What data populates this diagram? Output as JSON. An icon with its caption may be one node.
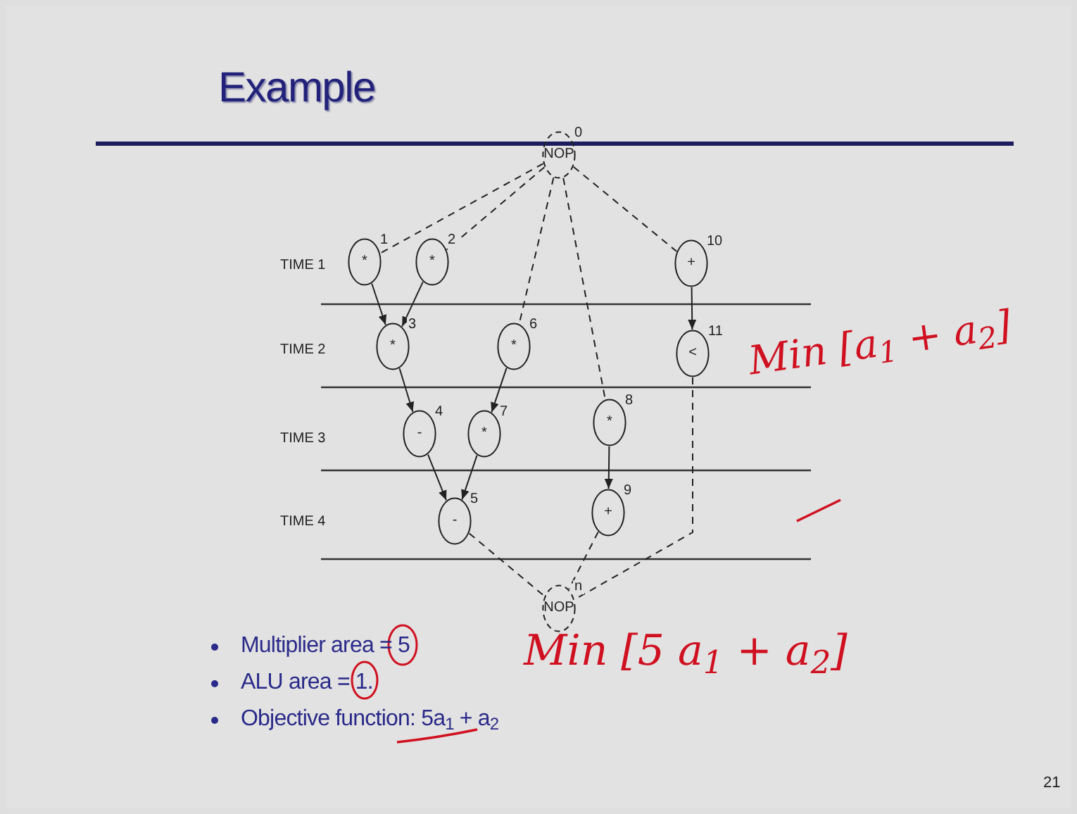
{
  "diagram": {
    "title": "Example",
    "nodes": [
      {
        "text": [
          "NOP"
        ],
        "beside": [
          "0"
        ]
      },
      {
        "text": [
          "*"
        ],
        "beside": [
          "1"
        ]
      },
      {
        "text": [
          "*"
        ],
        "beside": [
          "2"
        ]
      },
      {
        "text": [
          "+"
        ],
        "beside": [
          "10"
        ]
      },
      {
        "text": [
          "*"
        ],
        "beside": [
          "3"
        ]
      },
      {
        "text": [
          "*"
        ],
        "beside": [
          "6"
        ]
      },
      {
        "text": [
          "<"
        ],
        "beside": [
          "11"
        ]
      },
      {
        "text": [
          "-"
        ],
        "beside": [
          "4"
        ]
      },
      {
        "text": [
          "*"
        ],
        "beside": [
          "7"
        ]
      },
      {
        "text": [
          "*"
        ],
        "beside": [
          "8"
        ]
      },
      {
        "text": [
          "-"
        ],
        "beside": [
          "5"
        ]
      },
      {
        "text": [
          "+"
        ],
        "beside": [
          "9"
        ]
      },
      {
        "text": [
          "NOP"
        ],
        "beside": [
          "n"
        ]
      }
    ],
    "edges": [
      {
        "from": 0,
        "to": 1,
        "arrow": "none",
        "style": "dashed"
      },
      {
        "from": 0,
        "to": 2,
        "arrow": "none",
        "style": "dashed"
      },
      {
        "from": 0,
        "to": 5,
        "arrow": "none",
        "style": "dashed"
      },
      {
        "from": 0,
        "to": 9,
        "arrow": "none",
        "style": "dashed"
      },
      {
        "from": 0,
        "to": 3,
        "arrow": "none",
        "style": "dashed"
      },
      {
        "from": 1,
        "to": 4,
        "arrow": "to"
      },
      {
        "from": 2,
        "to": 4,
        "arrow": "to"
      },
      {
        "from": 3,
        "to": 6,
        "arrow": "to"
      },
      {
        "from": 4,
        "to": 7,
        "arrow": "to"
      },
      {
        "from": 5,
        "to": 8,
        "arrow": "to"
      },
      {
        "from": 7,
        "to": 10,
        "arrow": "to"
      },
      {
        "from": 8,
        "to": 10,
        "arrow": "to"
      },
      {
        "from": 9,
        "to": 11,
        "arrow": "to"
      },
      {
        "from": 10,
        "to": 12,
        "arrow": "none",
        "style": "dashed"
      },
      {
        "from": 11,
        "to": 12,
        "arrow": "none",
        "style": "dashed"
      },
      {
        "from": 6,
        "to": 12,
        "arrow": "none",
        "style": "dashed"
      }
    ],
    "labels": [
      "TIME 1",
      "TIME 2",
      "TIME 3",
      "TIME 4",
      "Min [a$_{1}$ + a$_{2}$]",
      "Multiplier area = 5",
      "ALU area = 1.",
      "Objective function: 5a$_{1}$ + a$_{2}$",
      "Min [5 a$_{1}$ + a$_{2}$]",
      "21"
    ]
  }
}
